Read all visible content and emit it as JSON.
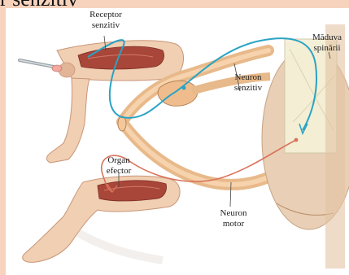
{
  "heading": {
    "partial_title": "r senzitiv"
  },
  "labels": {
    "receptor": [
      "Receptor",
      "senzitiv"
    ],
    "spinal_cord": [
      "Măduva",
      "spinării"
    ],
    "sensory_neuron": [
      "Neuron",
      "senzitiv"
    ],
    "effector": [
      "Organ",
      "efector"
    ],
    "motor_neuron": [
      "Neuron",
      "motor"
    ]
  },
  "colors": {
    "frame": "#f7d3bd",
    "skin": "#f0cfb3",
    "skin_shadow": "#d9a988",
    "muscle": "#a8463a",
    "nerve": "#e8b98a",
    "sensory_fiber": "#2aa3c4",
    "motor_fiber": "#d9735a",
    "cord_gray": "#f4f0d6"
  },
  "icons": [
    "reflex-hammer-icon"
  ]
}
